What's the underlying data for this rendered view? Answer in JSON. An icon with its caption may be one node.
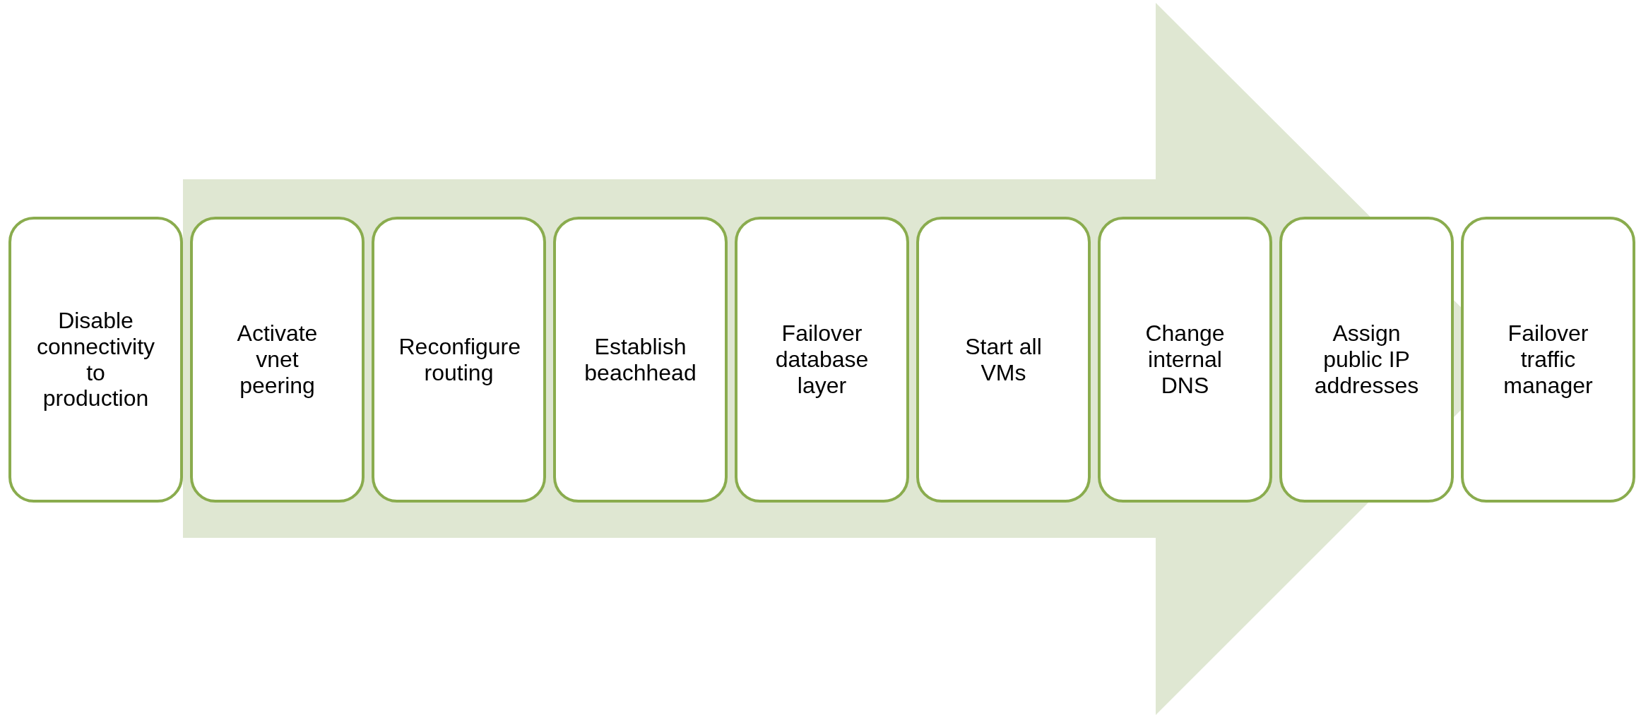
{
  "diagram": {
    "nodes": [
      {
        "text": [
          "Disable connectivity to production"
        ]
      },
      {
        "text": [
          "Activate vnet peering"
        ]
      },
      {
        "text": [
          "Reconfigure routing"
        ]
      },
      {
        "text": [
          "Establish beachhead"
        ]
      },
      {
        "text": [
          "Failover database layer"
        ]
      },
      {
        "text": [
          "Start all VMs"
        ]
      },
      {
        "text": [
          "Change internal DNS"
        ]
      },
      {
        "text": [
          "Assign public IP addresses"
        ]
      },
      {
        "text": [
          "Failover traffic manager"
        ]
      }
    ],
    "edges": [
      {
        "from": 0,
        "to": 8,
        "arrow": "to",
        "style": "thick",
        "color": "#dfe7d2"
      }
    ]
  }
}
